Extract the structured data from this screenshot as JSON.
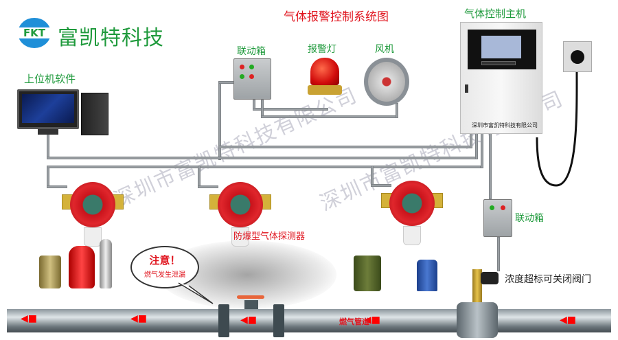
{
  "title": "气体报警控制系统图",
  "logo": {
    "mark": "FKT",
    "company": "富凯特科技"
  },
  "labels": {
    "pc": "上位机软件",
    "linkage_box_top": "联动箱",
    "alarm_lamp": "报警灯",
    "fan": "风机",
    "controller": "气体控制主机",
    "controller_plate": "深圳市富凯特科技有限公司",
    "detector": "防爆型气体探测器",
    "linkage_box_right": "联动箱",
    "valve": "浓度超标可关闭阀门",
    "pipe": "燃气管道"
  },
  "callout": {
    "title": "注意！",
    "text": "燃气发生泄漏"
  },
  "watermark": "深圳市富凯特科技有限公司",
  "colors": {
    "green": "#1f9a3c",
    "red": "#e0141e",
    "wire": "#9a9fa3"
  }
}
